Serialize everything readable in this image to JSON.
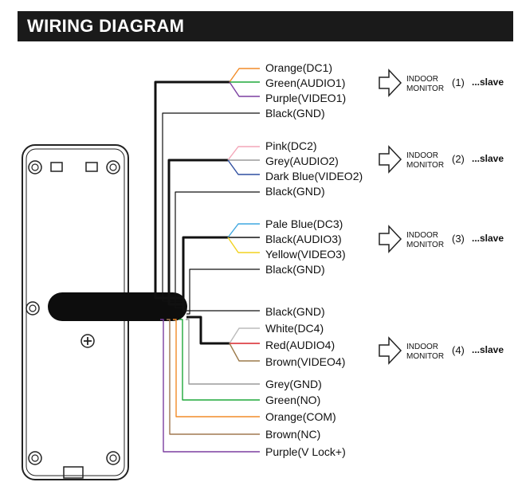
{
  "title": "WIRING DIAGRAM",
  "groups": [
    {
      "wires": [
        {
          "label": "Orange(DC1)",
          "color": "#f28c28"
        },
        {
          "label": "Green(AUDIO1)",
          "color": "#1fa83a"
        },
        {
          "label": "Purple(VIDEO1)",
          "color": "#7b3fa0"
        },
        {
          "label": "Black(GND)",
          "color": "#111111"
        }
      ],
      "monitor": {
        "line1": "INDOOR",
        "line2": "MONITOR",
        "number": "(1)",
        "role": "...slave"
      }
    },
    {
      "wires": [
        {
          "label": "Pink(DC2)",
          "color": "#f4a6b8"
        },
        {
          "label": "Grey(AUDIO2)",
          "color": "#9a9a9a"
        },
        {
          "label": "Dark Blue(VIDEO2)",
          "color": "#2f4fa0"
        },
        {
          "label": "Black(GND)",
          "color": "#111111"
        }
      ],
      "monitor": {
        "line1": "INDOOR",
        "line2": "MONITOR",
        "number": "(2)",
        "role": "...slave"
      }
    },
    {
      "wires": [
        {
          "label": "Pale Blue(DC3)",
          "color": "#3fa7e0"
        },
        {
          "label": "Black(AUDIO3)",
          "color": "#111111"
        },
        {
          "label": "Yellow(VIDEO3)",
          "color": "#f2d21f"
        },
        {
          "label": "Black(GND)",
          "color": "#111111"
        }
      ],
      "monitor": {
        "line1": "INDOOR",
        "line2": "MONITOR",
        "number": "(3)",
        "role": "...slave"
      }
    },
    {
      "wires": [
        {
          "label": "Black(GND)",
          "color": "#111111"
        },
        {
          "label": "White(DC4)",
          "color": "#bbbbbb"
        },
        {
          "label": "Red(AUDIO4)",
          "color": "#d8232a"
        },
        {
          "label": "Brown(VIDEO4)",
          "color": "#9c7a4a"
        }
      ],
      "monitor": {
        "line1": "INDOOR",
        "line2": "MONITOR",
        "number": "(4)",
        "role": "...slave"
      }
    }
  ],
  "lock_wires": [
    {
      "label": "Grey(GND)",
      "color": "#9a9a9a"
    },
    {
      "label": "Green(NO)",
      "color": "#1fa83a"
    },
    {
      "label": "Orange(COM)",
      "color": "#f28c28"
    },
    {
      "label": "Brown(NC)",
      "color": "#a07850"
    },
    {
      "label": "Purple(V Lock+)",
      "color": "#7b3fa0"
    }
  ],
  "colors": {
    "header_bg": "#1a1a1a",
    "header_text": "#ffffff",
    "trunk": "#111111"
  }
}
